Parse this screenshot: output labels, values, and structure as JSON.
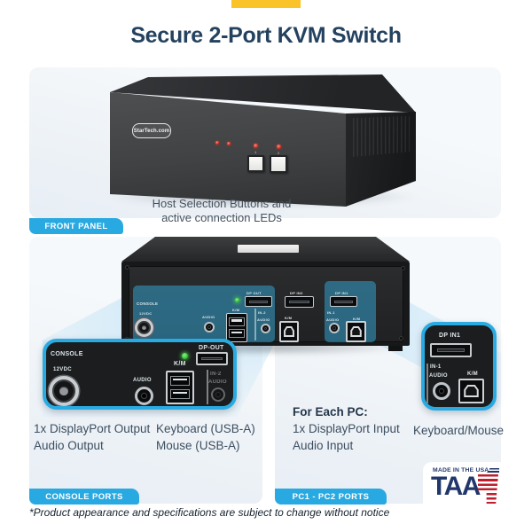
{
  "colors": {
    "accent_yellow": "#FBC32A",
    "badge_blue": "#29A9E1",
    "callout_border_blue": "#29ABE2",
    "title_navy": "#24425F",
    "teal_highlight": "#3296BE",
    "body_text": "#3C4E60",
    "taa_navy": "#21376B",
    "taa_red": "#BF1E2E"
  },
  "header": {
    "title": "Secure 2-Port KVM Switch"
  },
  "front": {
    "badge": "FRONT PANEL",
    "caption1": "Host Selection Buttons and",
    "caption2": "active connection LEDs",
    "logo": "StarTech.com",
    "btn1": "1",
    "btn2": "2"
  },
  "rear": {
    "console": "CONSOLE",
    "vdc": "12VDC",
    "audio1": "AUDIO",
    "km1": "K/M",
    "dpout": "DP OUT",
    "in2": "IN-2",
    "audio2": "AUDIO",
    "dpin2": "DP IN2",
    "km2": "K/M",
    "dpin1": "DP IN1",
    "in1": "IN-1",
    "audio3": "AUDIO",
    "km3": "K/M"
  },
  "console_callout": {
    "console": "CONSOLE",
    "vdc": "12VDC",
    "audio": "AUDIO",
    "km": "K/M",
    "dpout": "DP-OUT",
    "in2": "IN-2",
    "audio2": "AUDIO"
  },
  "pc_callout": {
    "dpin1": "DP IN1",
    "in1": "IN-1",
    "audio": "AUDIO",
    "km": "K/M"
  },
  "labels": {
    "console_l1": "1x DisplayPort Output",
    "console_l2": "Audio Output",
    "kb_l1": "Keyboard (USB-A)",
    "kb_l2": "Mouse (USB-A)",
    "pc_title": "For Each PC:",
    "pc_l1": "1x DisplayPort Input",
    "pc_l2": "Audio Input",
    "km": "Keyboard/Mouse"
  },
  "badges": {
    "console": "CONSOLE PORTS",
    "pc": "PC1 - PC2 PORTS"
  },
  "taa": {
    "made": "MADE IN THE USA",
    "word": "TAA"
  },
  "disclaimer": "*Product appearance and specifications are subject to change without notice"
}
